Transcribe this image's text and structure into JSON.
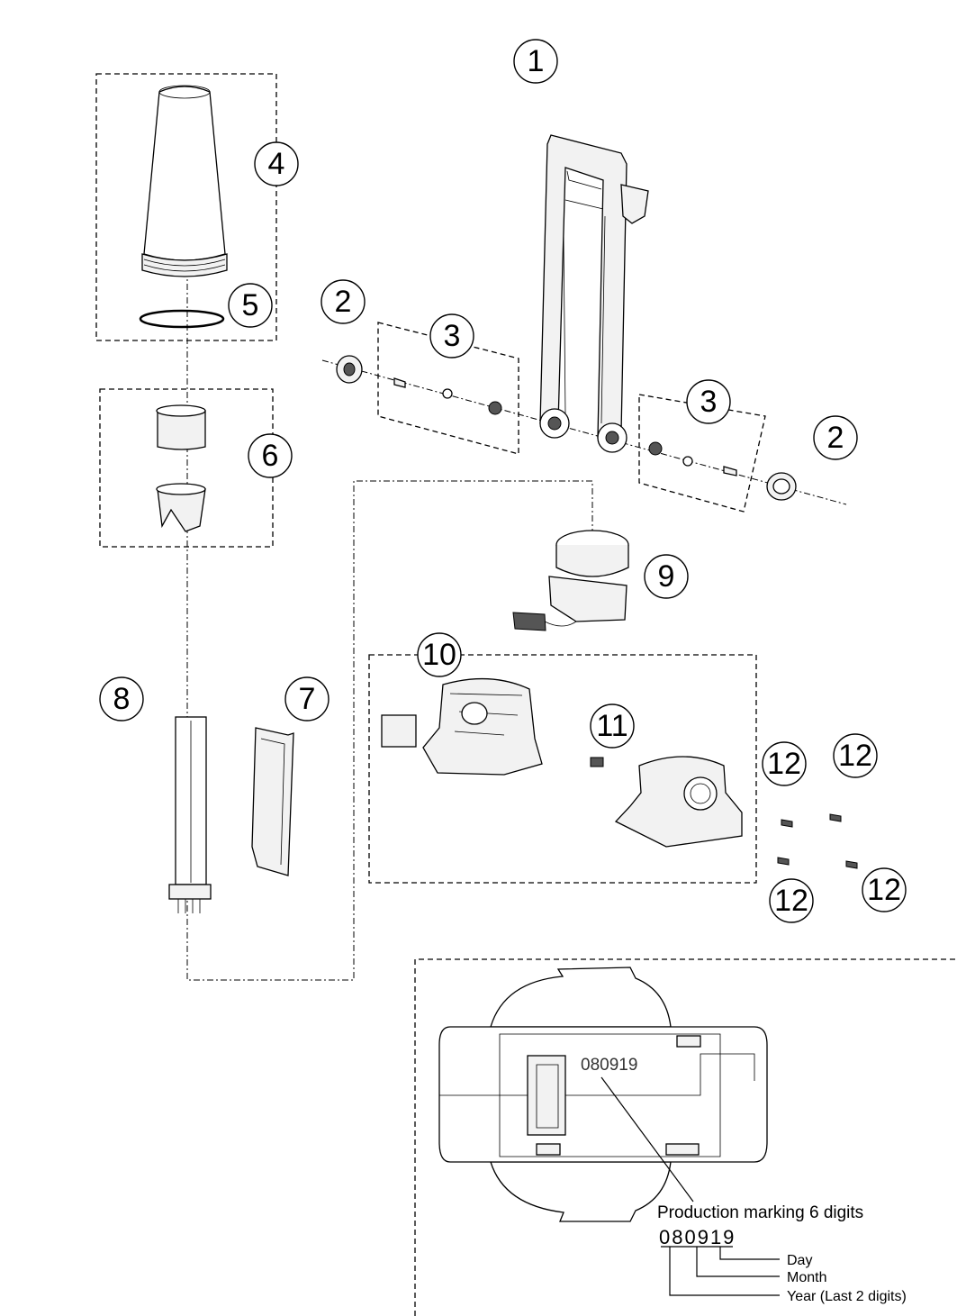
{
  "callouts": [
    {
      "label": "1"
    },
    {
      "label": "2"
    },
    {
      "label": "2"
    },
    {
      "label": "3"
    },
    {
      "label": "3"
    },
    {
      "label": "4"
    },
    {
      "label": "5"
    },
    {
      "label": "6"
    },
    {
      "label": "7"
    },
    {
      "label": "8"
    },
    {
      "label": "9"
    },
    {
      "label": "10"
    },
    {
      "label": "11"
    },
    {
      "label": "12"
    },
    {
      "label": "12"
    },
    {
      "label": "12"
    },
    {
      "label": "12"
    }
  ],
  "inset": {
    "stamp": "080919",
    "marking_title": "Production marking 6 digits",
    "marking_digits": "080919",
    "legend": {
      "day": "Day",
      "month": "Month",
      "year": "Year (Last 2 digits)"
    }
  }
}
